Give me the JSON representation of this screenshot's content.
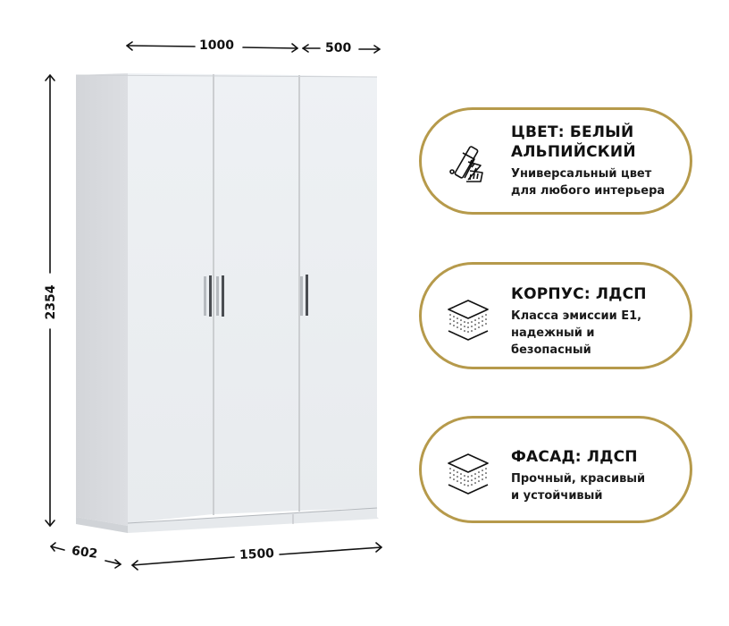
{
  "dimensions": {
    "width_top": "1000",
    "depth_top": "500",
    "height": "2354",
    "depth_bottom": "602",
    "width_bottom": "1500"
  },
  "features": [
    {
      "icon": "color-swatch-icon",
      "title_lines": [
        "ЦВЕТ: БЕЛЫЙ",
        "АЛЬПИЙСКИЙ"
      ],
      "desc_lines": [
        "Универсальный цвет",
        "для любого интерьера"
      ]
    },
    {
      "icon": "layered-board-icon",
      "title_lines": [
        "КОРПУС: ЛДСП"
      ],
      "desc_lines": [
        "Класса эмиссии Е1,",
        "надежный и",
        "безопасный"
      ]
    },
    {
      "icon": "layered-board-icon",
      "title_lines": [
        "ФАСАД: ЛДСП"
      ],
      "desc_lines": [
        "Прочный, красивый",
        "и устойчивый"
      ]
    }
  ],
  "colors": {
    "accent_gold": "#b69a4b",
    "wardrobe_front": "#edf0f3",
    "wardrobe_side": "#d7d9dd"
  }
}
